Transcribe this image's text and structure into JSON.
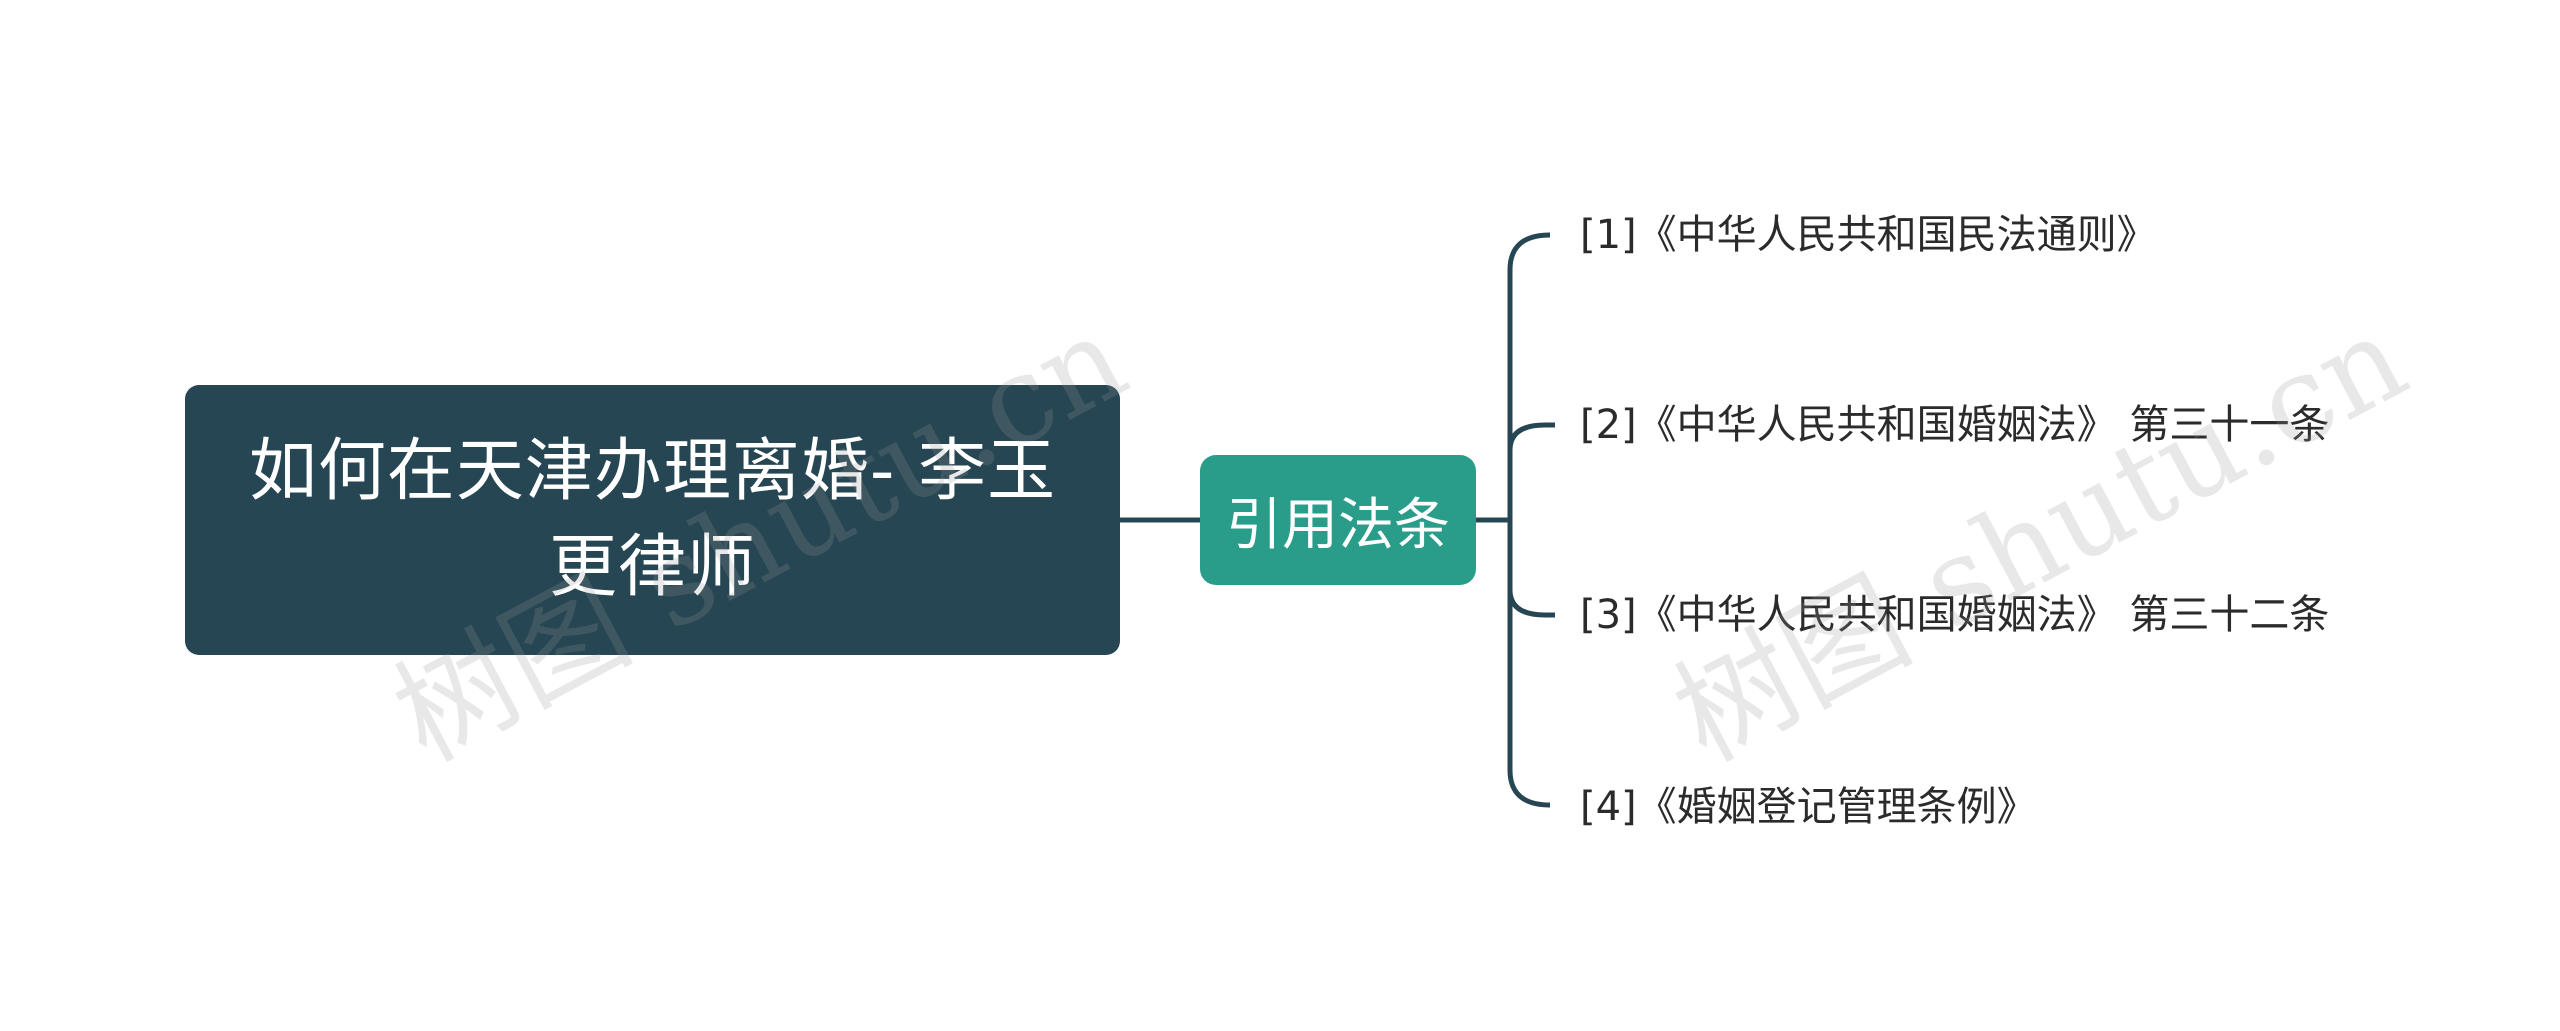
{
  "mindmap": {
    "root": {
      "label": "如何在天津办理离婚- 李玉更律师"
    },
    "branch": {
      "label": "引用法条"
    },
    "leaves": [
      {
        "label": "[1]《中华人民共和国民法通则》"
      },
      {
        "label": "[2]《中华人民共和国婚姻法》 第三十一条"
      },
      {
        "label": "[3]《中华人民共和国婚姻法》 第三十二条"
      },
      {
        "label": "[4]《婚姻登记管理条例》"
      }
    ]
  },
  "watermark": {
    "text": "树图 shutu.cn"
  },
  "colors": {
    "root_bg": "#274653",
    "branch_bg": "#2a9d8a",
    "connector": "#274653",
    "leaf_text": "#2b2b2b"
  }
}
